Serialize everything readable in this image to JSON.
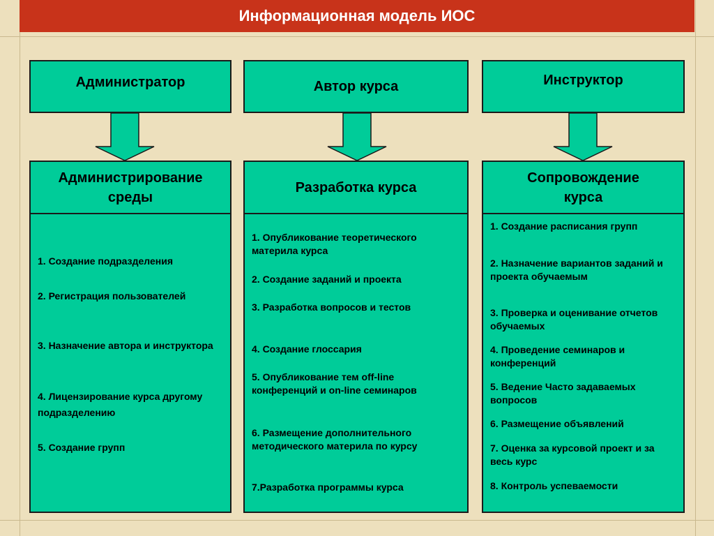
{
  "title": "Информационная модель ИОС",
  "colors": {
    "title_bg": "#c8331a",
    "box": "#00cc99",
    "page_bg": "#ede0bd"
  },
  "roles": [
    {
      "label": "Администратор"
    },
    {
      "label": "Автор курса"
    },
    {
      "label": "Инструктор"
    }
  ],
  "processes": [
    {
      "label_line1": "Администрирование",
      "label_line2": "среды"
    },
    {
      "label_line1": "Разработка курса",
      "label_line2": ""
    },
    {
      "label_line1": "Сопровождение",
      "label_line2": "курса"
    }
  ],
  "lists": {
    "admin": [
      "1. Создание подразделения",
      "2. Регистрация пользователей",
      "3. Назначение автора и инструктора",
      "4. Лицензирование курса другому подразделению",
      "5. Создание групп"
    ],
    "author": [
      "1. Опубликование теоретического материла курса",
      "2. Создание заданий и проекта",
      "3. Разработка вопросов и тестов",
      "4. Создание глоссария",
      "5. Опубликование тем off-line конференций и on-line семинаров",
      "6. Размещение дополнительного методического материла по курсу",
      "7.Разработка программы курса"
    ],
    "instructor": [
      "1. Создание расписания групп",
      "2. Назначение вариантов заданий и проекта обучаемым",
      "3. Проверка и оценивание отчетов обучаемых",
      "4. Проведение семинаров и конференций",
      "5. Ведение Часто задаваемых вопросов",
      "6. Размещение объявлений",
      "7. Оценка за курсовой проект и за весь курс",
      "8. Контроль успеваемости"
    ]
  }
}
